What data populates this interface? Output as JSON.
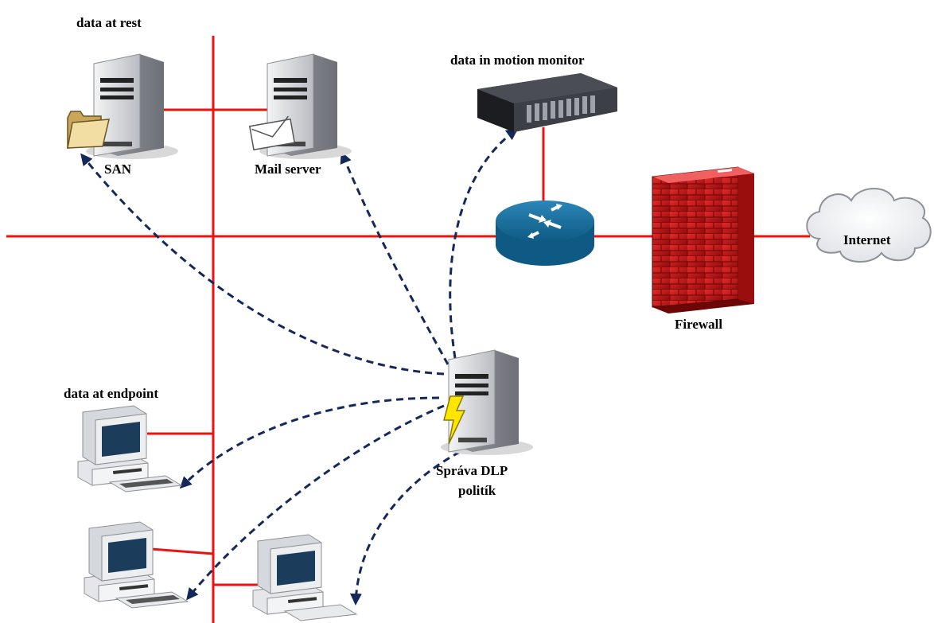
{
  "labels": {
    "data_at_rest": "data at rest",
    "data_in_motion": "data in motion monitor",
    "data_at_endpoint": "data at endpoint",
    "san": "SAN",
    "mail_server": "Mail server",
    "firewall": "Firewall",
    "internet": "Internet",
    "dlp_line1": "Správa DLP",
    "dlp_line2": "politík"
  },
  "colors": {
    "network_wire": "#ee1111",
    "flow_arrow": "#14285a",
    "router": "#1a6f9c",
    "firewall": "#c81414"
  }
}
